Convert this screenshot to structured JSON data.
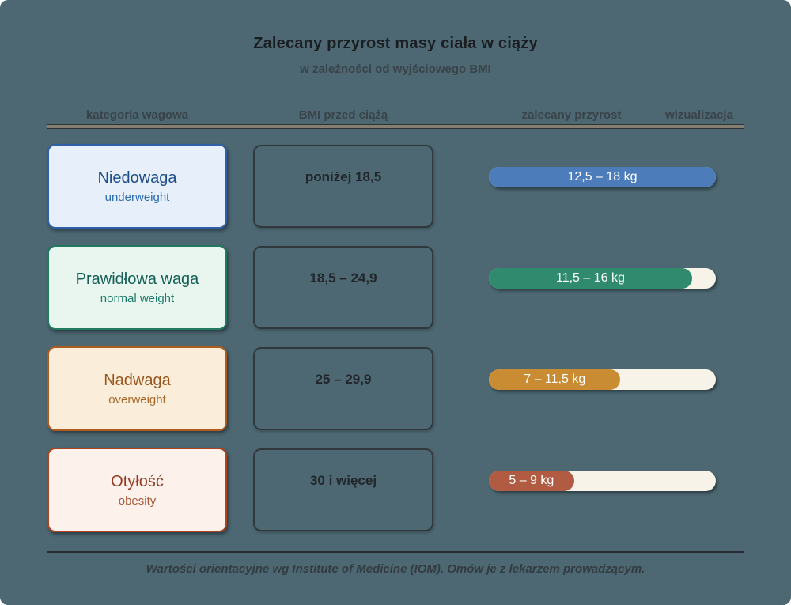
{
  "title": "Zalecany przyrost masy ciała w ciąży",
  "subtitle": "w zależności od wyjściowego BMI",
  "columns": {
    "category": "kategoria wagowa",
    "bmi": "BMI przed ciążą",
    "gain": "zalecany przyrost",
    "viz": "wizualizacja"
  },
  "rows": [
    {
      "category_pl": "Niedowaga",
      "category_en": "underweight",
      "bmi_range": "poniżej 18,5",
      "gain_label": "12,5 – 18 kg",
      "gain_min_kg": 12.5,
      "gain_max_kg": 18,
      "fill_pct": 100,
      "colors": {
        "box_bg": "#e7effa",
        "box_border": "#2e5fa8",
        "text_main": "#1d4e87",
        "text_sub": "#2a6aae",
        "bar": "#4d7cba"
      }
    },
    {
      "category_pl": "Prawidłowa waga",
      "category_en": "normal weight",
      "bmi_range": "18,5 – 24,9",
      "gain_label": "11,5 – 16 kg",
      "gain_min_kg": 11.5,
      "gain_max_kg": 16,
      "fill_pct": 89.5,
      "colors": {
        "box_bg": "#e8f6ef",
        "box_border": "#217a60",
        "text_main": "#156056",
        "text_sub": "#1d7a68",
        "bar": "#2f8a6e"
      }
    },
    {
      "category_pl": "Nadwaga",
      "category_en": "overweight",
      "bmi_range": "25 – 29,9",
      "gain_label": "7 – 11,5 kg",
      "gain_min_kg": 7,
      "gain_max_kg": 11.5,
      "fill_pct": 58,
      "colors": {
        "box_bg": "#faeeda",
        "box_border": "#ad5c1d",
        "text_main": "#99551c",
        "text_sub": "#a8682a",
        "bar": "#c98c33"
      }
    },
    {
      "category_pl": "Otyłość",
      "category_en": "obesity",
      "bmi_range": "30 i więcej",
      "gain_label": "5 – 9 kg",
      "gain_min_kg": 5,
      "gain_max_kg": 9,
      "fill_pct": 37.5,
      "colors": {
        "box_bg": "#fdf1ec",
        "box_border": "#ad431f",
        "text_main": "#963a20",
        "text_sub": "#a85a38",
        "bar": "#b05b42"
      }
    }
  ],
  "footer_note": "Wartości orientacyjne wg Institute of Medicine (IOM). Omów je z lekarzem prowadzącym.",
  "palette": {
    "background": "#4d6872",
    "bar_track": "#f8f3e8",
    "divider": "#877e72",
    "footer_rule": "#272e33",
    "title_text": "#1a1e22",
    "header_text": "#39434a"
  },
  "chart_data": {
    "type": "bar",
    "title": "Zalecany przyrost masy ciała w ciąży",
    "subtitle": "w zależności od wyjściowego BMI",
    "categories": [
      "Niedowaga (underweight)",
      "Prawidłowa waga (normal weight)",
      "Nadwaga (overweight)",
      "Otyłość (obesity)"
    ],
    "bmi_ranges": [
      "poniżej 18,5",
      "18,5 – 24,9",
      "25 – 29,9",
      "30 i więcej"
    ],
    "series": [
      {
        "name": "zalecany przyrost min (kg)",
        "values": [
          12.5,
          11.5,
          7,
          5
        ]
      },
      {
        "name": "zalecany przyrost max (kg)",
        "values": [
          18,
          16,
          11.5,
          9
        ]
      }
    ],
    "bar_labels": [
      "12,5 – 18 kg",
      "11,5 – 16 kg",
      "7 – 11,5 kg",
      "5 – 9 kg"
    ],
    "bar_fill_fractions": [
      1.0,
      0.895,
      0.58,
      0.375
    ],
    "xlim": [
      0,
      18
    ],
    "legend": false,
    "grid": false,
    "orientation": "horizontal"
  }
}
